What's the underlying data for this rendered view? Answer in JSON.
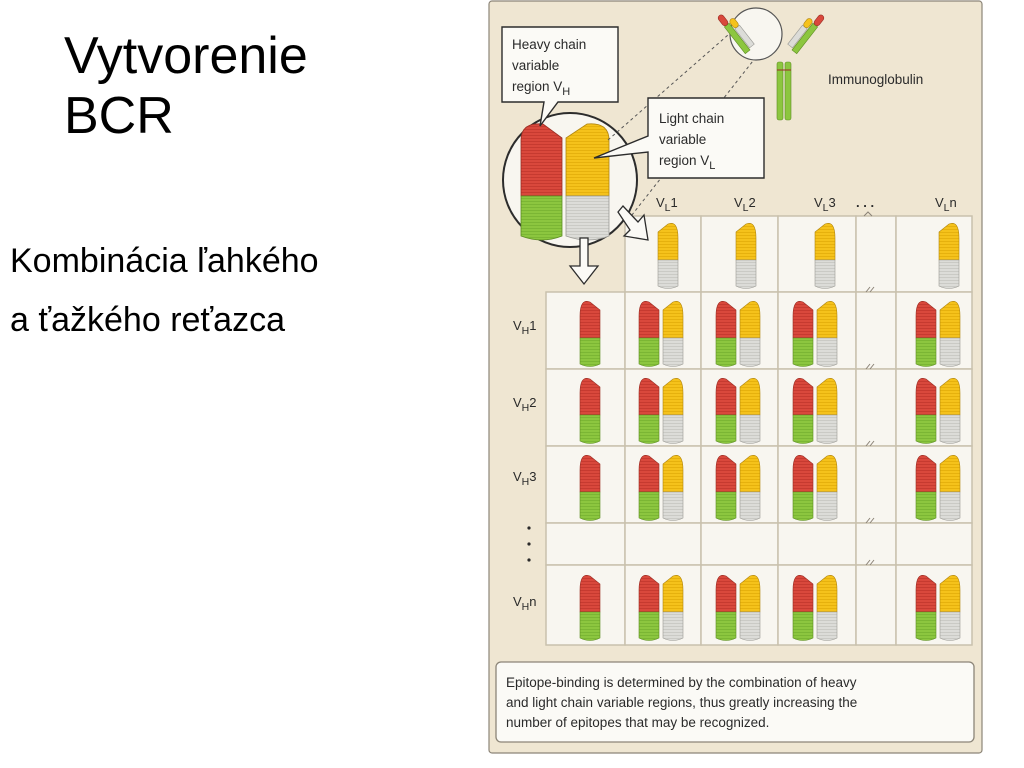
{
  "title": {
    "line1": "Vytvorenie",
    "line2": "BCR"
  },
  "bullets": [
    "Kombinácia ľahkého",
    "a ťažkého reťazca"
  ],
  "figure": {
    "heavy_label": {
      "line1": "Heavy chain",
      "line2": "variable",
      "line3": "region V",
      "sub": "H"
    },
    "light_label": {
      "line1": "Light chain",
      "line2": "variable",
      "line3": "region V",
      "sub": "L"
    },
    "immunoglobulin_label": "Immunoglobulin",
    "columns": [
      {
        "main": "V",
        "sub": "L",
        "idx": "1"
      },
      {
        "main": "V",
        "sub": "L",
        "idx": "2"
      },
      {
        "main": "V",
        "sub": "L",
        "idx": "3"
      },
      {
        "main": "V",
        "sub": "L",
        "idx": "n"
      }
    ],
    "rows": [
      {
        "main": "V",
        "sub": "H",
        "idx": "1"
      },
      {
        "main": "V",
        "sub": "H",
        "idx": "2"
      },
      {
        "main": "V",
        "sub": "H",
        "idx": "3"
      },
      {
        "main": "V",
        "sub": "H",
        "idx": "n"
      }
    ],
    "ellipsis": ". . .",
    "caption": {
      "line1": "Epitope-binding is determined by the combination of heavy",
      "line2": "and light chain variable regions, thus greatly increasing the",
      "line3": "number of epitopes that may be recognized."
    },
    "colors": {
      "heavy_top": "#d9483c",
      "heavy_bottom": "#8cc63f",
      "light_top": "#f5c21b",
      "light_bottom": "#d8d8d4",
      "paper": "#efe6d2",
      "grid": "#f8f6f0"
    }
  }
}
